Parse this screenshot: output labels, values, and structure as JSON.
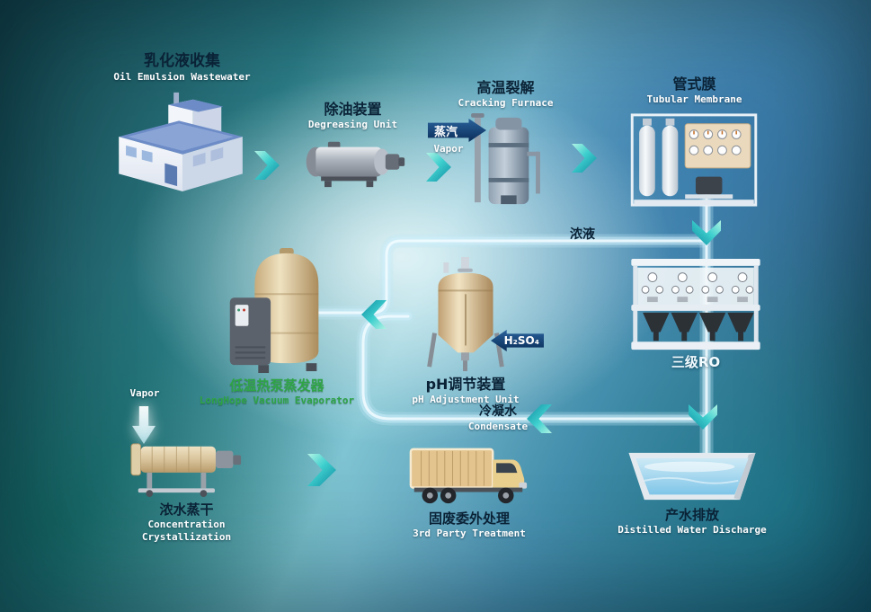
{
  "title": "Oil emulsion wastewater treatment process flow diagram",
  "colors": {
    "chevron": "#2fc3c9",
    "pipe": "#bfe9f6",
    "label_dark": "#0a2236",
    "label_light": "#ffffff",
    "label_green": "#2fa446",
    "arrow_navy": "#0a2d58"
  },
  "nodes": {
    "factory": {
      "zh": "乳化液收集",
      "en": "Oil Emulsion Wastewater"
    },
    "degreasing": {
      "zh": "除油装置",
      "en": "Degreasing Unit"
    },
    "furnace": {
      "zh": "高温裂解",
      "en": "Cracking Furnace"
    },
    "membrane": {
      "zh": "管式膜",
      "en": "Tubular Membrane"
    },
    "ro": {
      "zh": "三级RO"
    },
    "ph": {
      "zh": "pH调节装置",
      "en": "pH Adjustment Unit"
    },
    "evaporator": {
      "zh": "低温热泵蒸发器",
      "en": "LongHope Vacuum Evaporator"
    },
    "dryer": {
      "zh": "浓水蒸干",
      "en1": "Concentration",
      "en2": "Crystallization"
    },
    "truck": {
      "zh": "固废委外处理",
      "en": "3rd Party Treatment"
    },
    "discharge": {
      "zh": "产水排放",
      "en": "Distilled Water Discharge"
    }
  },
  "flow": {
    "steam_in": {
      "zh": "蒸汽",
      "en": "Vapor"
    },
    "concentrate": {
      "zh": "浓液"
    },
    "acid": {
      "formula": "H₂SO₄"
    },
    "condensate": {
      "zh": "冷凝水",
      "en": "Condensate"
    },
    "vapor_out": {
      "en": "Vapor"
    }
  }
}
